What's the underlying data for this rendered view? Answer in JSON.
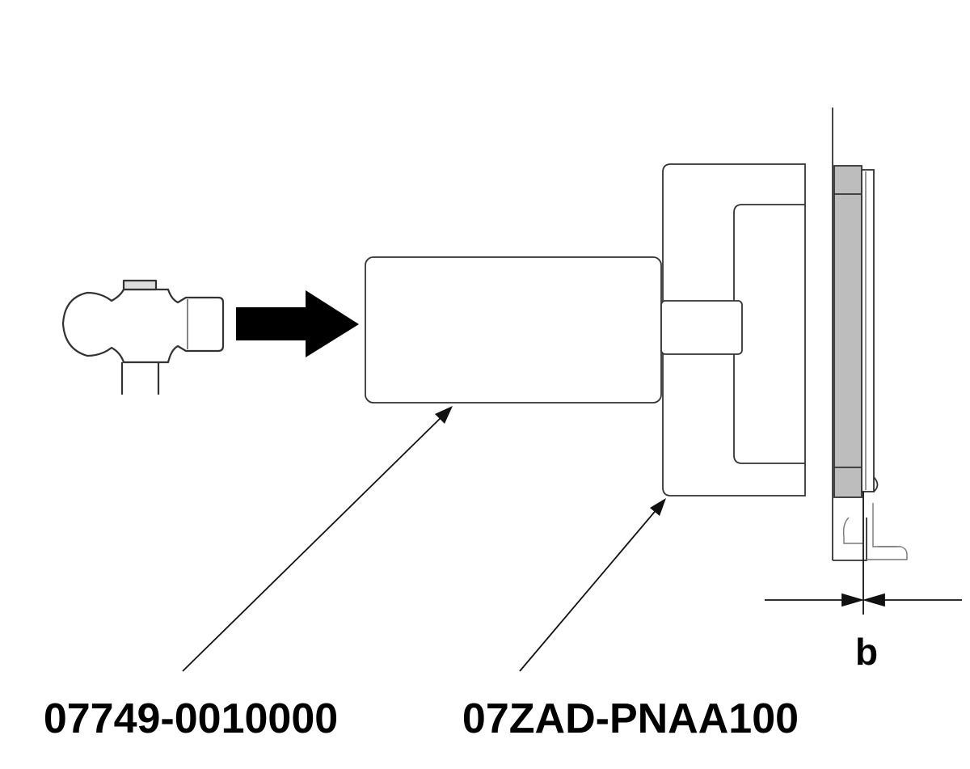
{
  "labels": {
    "driver_handle_part": "07749-0010000",
    "attachment_part": "07ZAD-PNAA100",
    "dimension": "b"
  },
  "colors": {
    "line": "#222222",
    "arrow_fill": "#000000",
    "component_shade": "#bdbdbd",
    "background": "#ffffff"
  },
  "icons": {
    "direction_arrow": "arrow-right-icon"
  }
}
